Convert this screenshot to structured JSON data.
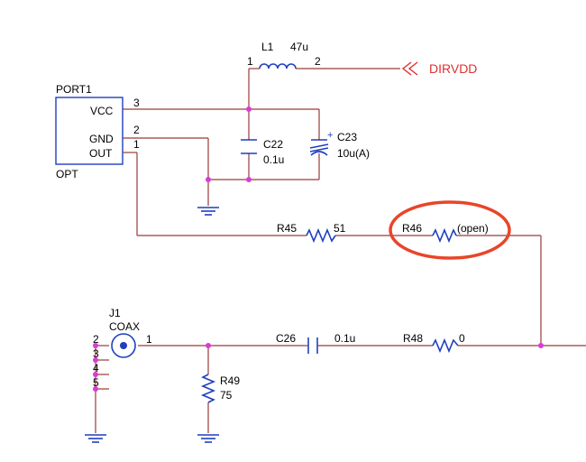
{
  "port1": {
    "ref": "PORT1",
    "value": "OPT",
    "pins": {
      "vcc_label": "VCC",
      "gnd_label": "GND",
      "out_label": "OUT",
      "vcc_num": "3",
      "gnd_num": "2",
      "out_num": "1"
    }
  },
  "l1": {
    "ref": "L1",
    "value": "47u",
    "pin1": "1",
    "pin2": "2"
  },
  "power": {
    "net": "DIRVDD"
  },
  "c22": {
    "ref": "C22",
    "value": "0.1u"
  },
  "c23": {
    "ref": "C23",
    "value": "10u(A)",
    "polarity": "+"
  },
  "r45": {
    "ref": "R45",
    "value": "51"
  },
  "r46": {
    "ref": "R46",
    "value": "(open)"
  },
  "j1": {
    "ref": "J1",
    "value": "COAX",
    "pins": [
      "2",
      "3",
      "4",
      "5"
    ],
    "center_pin": "1"
  },
  "c26": {
    "ref": "C26",
    "value": "0.1u"
  },
  "r48": {
    "ref": "R48",
    "value": "0"
  },
  "r49": {
    "ref": "R49",
    "value": "75"
  },
  "colors": {
    "wire": "#9b3a3a",
    "component": "#1f3fbf",
    "junction": "#d83cd8",
    "net_label": "#e03030",
    "highlight": "#e8452a"
  }
}
